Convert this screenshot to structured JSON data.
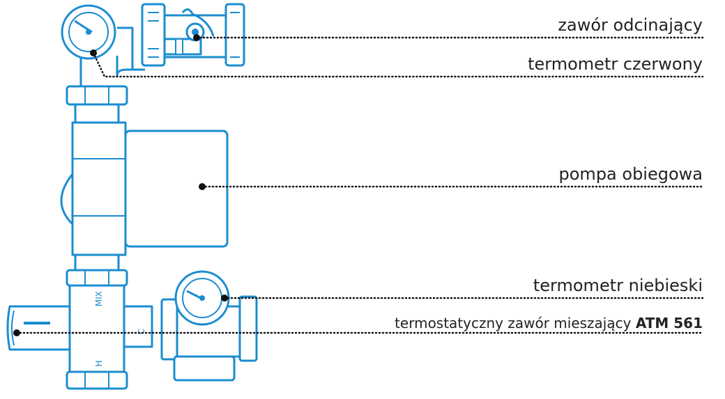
{
  "labels": {
    "shutoff_valve": "zawór odcinający",
    "red_thermometer": "termometr czerwony",
    "pump": "pompa obiegowa",
    "blue_thermometer": "termometr niebieski",
    "mixing_valve_text": "termostatyczny zawór mieszający",
    "mixing_valve_model": "ATM 561"
  },
  "body_markings": {
    "mix": "MIX",
    "c": "C",
    "h": "H"
  },
  "colors": {
    "line": "#1a8ccf",
    "leader": "#111111",
    "text": "#222222"
  }
}
